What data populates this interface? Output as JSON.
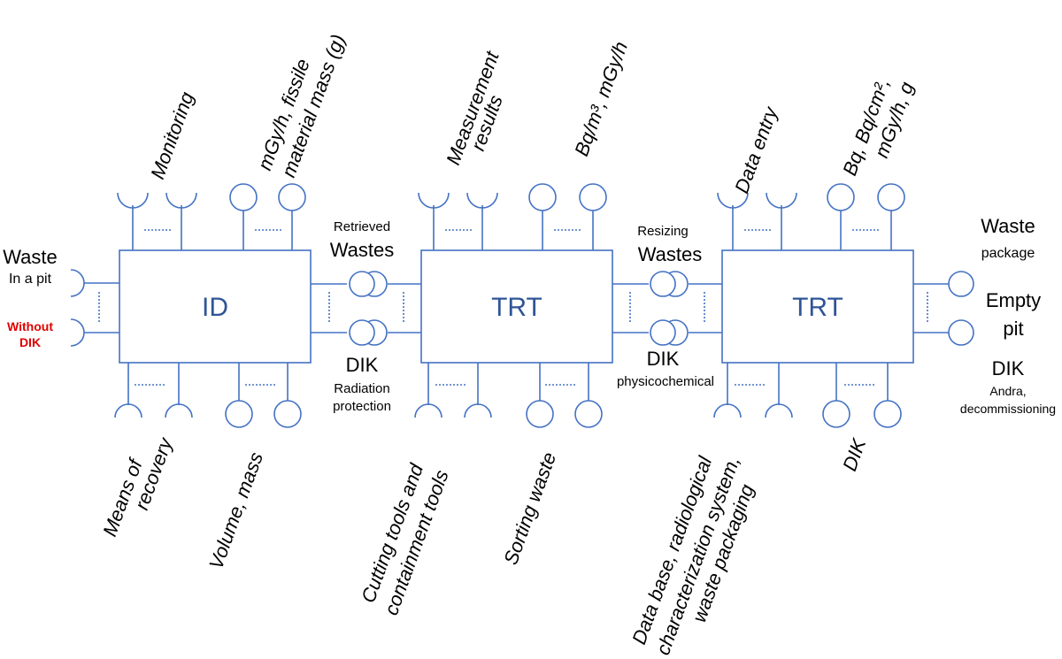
{
  "colors": {
    "line": "#4472c4",
    "box_label": "#2f5597",
    "warning": "#e00000",
    "text": "#000000"
  },
  "blocks": [
    {
      "label": "ID"
    },
    {
      "label": "TRT"
    },
    {
      "label": "TRT"
    }
  ],
  "left_inputs": {
    "waste": "Waste",
    "in_a_pit": "In a pit",
    "without_dik_1": "Without",
    "without_dik_2": "DIK"
  },
  "top_labels": {
    "monitoring": "Monitoring",
    "mass_units_1": "mGy/h, fissile",
    "mass_units_2": "material mass (g)",
    "measurement_1": "Measurement",
    "measurement_2": "results",
    "bq_units": "Bq/m³, mGy/h",
    "data_entry": "Data entry",
    "bq_units2_1": "Bq, Bq/cm²,",
    "bq_units2_2": "mGy/h, g"
  },
  "bottom_labels": {
    "means_1": "Means of",
    "means_2": "recovery",
    "volume": "Volume, mass",
    "cutting_1": "Cutting tools and",
    "cutting_2": "containment tools",
    "sorting": "Sorting waste",
    "database_1": "Data base, radiological",
    "database_2": "characterization system,",
    "database_3": "waste packaging",
    "dik": "DIK"
  },
  "connectors": {
    "retrieved": "Retrieved",
    "wastes_1": "Wastes",
    "dik_1": "DIK",
    "radiation_1": "Radiation",
    "radiation_2": "protection",
    "resizing": "Resizing",
    "wastes_2": "Wastes",
    "dik_2": "DIK",
    "physicochemical": "physicochemical"
  },
  "right_outputs": {
    "waste": "Waste",
    "package": "package",
    "empty": "Empty",
    "pit": "pit",
    "dik": "DIK",
    "andra": "Andra,",
    "decommissioning": "decommissioning"
  }
}
